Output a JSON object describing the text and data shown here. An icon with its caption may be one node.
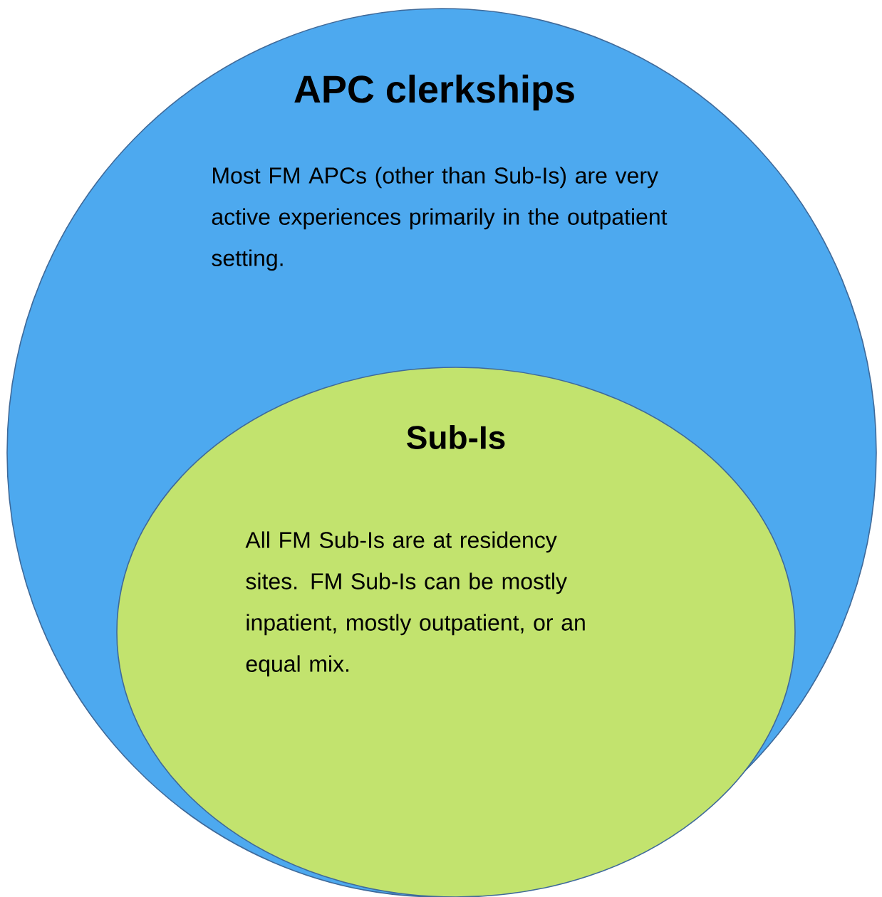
{
  "diagram": {
    "nodes": [
      {
        "text": [
          "APC clerkships",
          "Most FM APCs (other than Sub-Is) are very active experiences primarily in the outpatient setting."
        ]
      },
      {
        "text": [
          "Sub-Is",
          "All FM Sub-Is are at residency sites. FM Sub-Is can be mostly inpatient, mostly outpatient, or an equal mix."
        ],
        "in": 0
      }
    ]
  }
}
